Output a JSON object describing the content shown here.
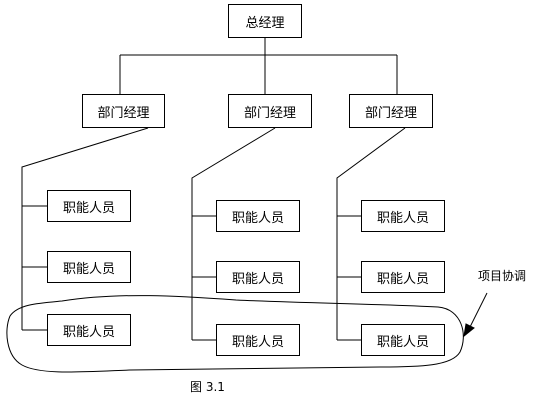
{
  "ceo": {
    "label": "总经理"
  },
  "departments": [
    {
      "manager": "部门经理",
      "staff": [
        "职能人员",
        "职能人员",
        "职能人员"
      ]
    },
    {
      "manager": "部门经理",
      "staff": [
        "职能人员",
        "职能人员",
        "职能人员"
      ]
    },
    {
      "manager": "部门经理",
      "staff": [
        "职能人员",
        "职能人员",
        "职能人员"
      ]
    }
  ],
  "annotation": {
    "label": "项目协调"
  },
  "caption": "图 3.1"
}
